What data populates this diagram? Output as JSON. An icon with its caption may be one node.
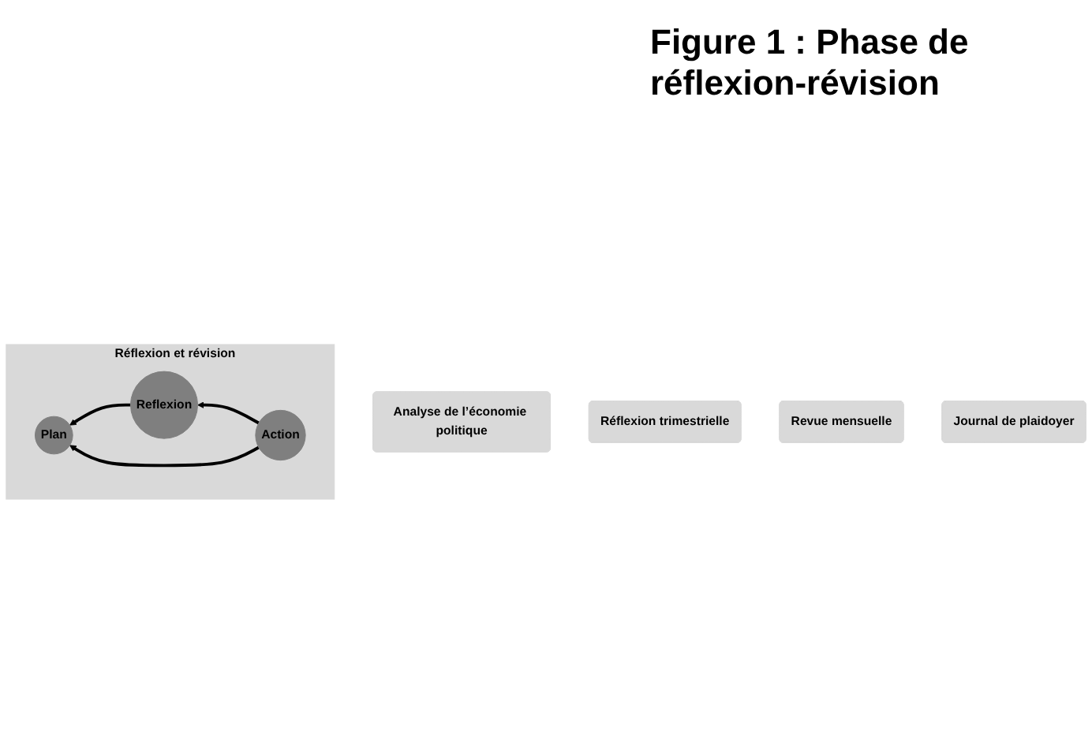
{
  "diagram": {
    "title": "Figure 1 : Phase de réflexion-révision",
    "nodes": [
      {
        "text": [
          "Analyse de l’économie politique"
        ]
      },
      {
        "text": [
          "Réflexion et révision"
        ]
      },
      {
        "text": [
          "Plan"
        ],
        "in": 1
      },
      {
        "text": [
          "Reflexion"
        ],
        "in": 1
      },
      {
        "text": [
          "Action"
        ],
        "in": 1
      },
      {
        "text": [
          "Réflexion trimestrielle"
        ]
      },
      {
        "text": [
          "Revue mensuelle"
        ]
      },
      {
        "text": [
          "Journal de plaidoyer"
        ]
      }
    ],
    "edges": [
      {
        "from": 3,
        "to": 2,
        "arrow": "to"
      },
      {
        "from": 4,
        "to": 2,
        "arrow": "to"
      },
      {
        "from": 4,
        "to": 3,
        "arrow": "to"
      }
    ]
  }
}
